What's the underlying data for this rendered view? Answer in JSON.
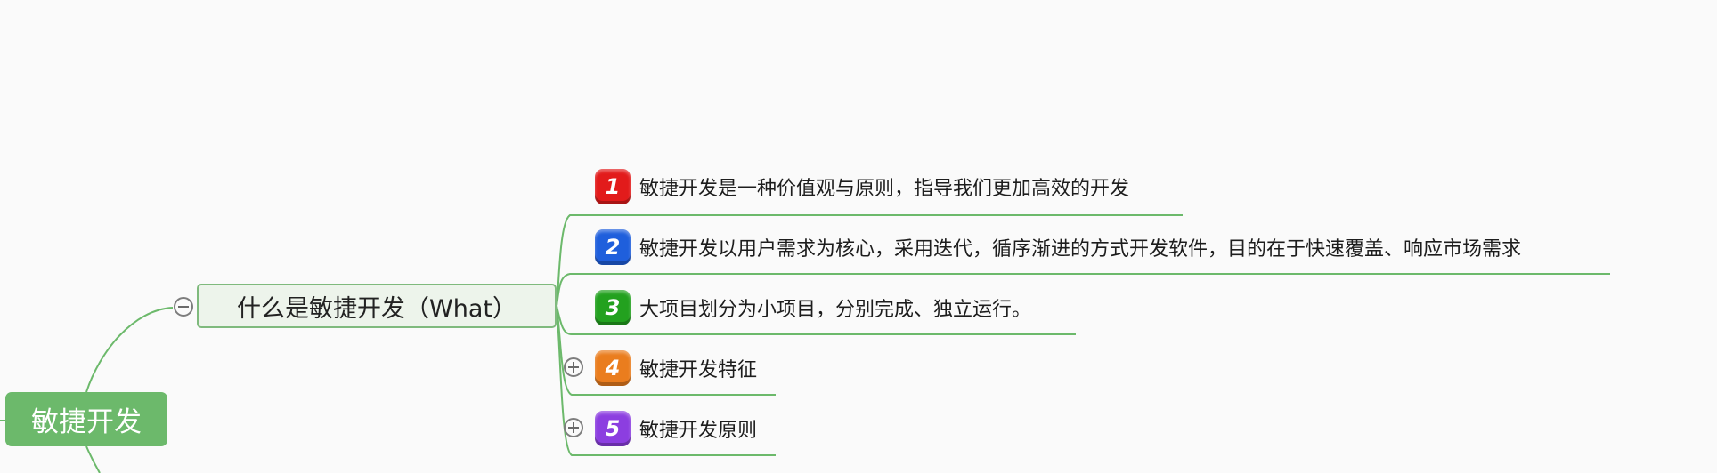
{
  "root": {
    "label": "敏捷开发"
  },
  "topic": {
    "label": "什么是敏捷开发（What）"
  },
  "items": [
    {
      "number": "1",
      "label": "敏捷开发是一种价值观与原则，指导我们更加高效的开发",
      "color": "#e21b1b",
      "collapsed": false
    },
    {
      "number": "2",
      "label": "敏捷开发以用户需求为核心，采用迭代，循序渐进的方式开发软件，目的在于快速覆盖、响应市场需求",
      "color": "#1f5fdc",
      "collapsed": false
    },
    {
      "number": "3",
      "label": "大项目划分为小项目，分别完成、独立运行。",
      "color": "#23a11f",
      "collapsed": false
    },
    {
      "number": "4",
      "label": "敏捷开发特征",
      "color": "#ea7d1e",
      "collapsed": true
    },
    {
      "number": "5",
      "label": "敏捷开发原则",
      "color": "#8c3ee0",
      "collapsed": true
    }
  ],
  "colors": {
    "line": "#6cb96b",
    "root_fill": "#6cb96b",
    "topic_fill": "#edf4eb",
    "topic_border": "#7fba7d"
  }
}
